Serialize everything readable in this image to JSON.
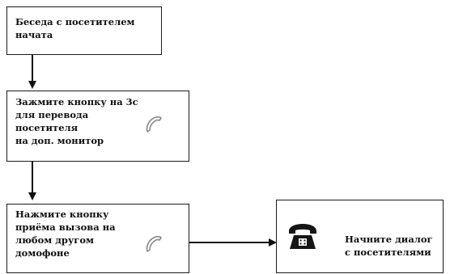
{
  "steps": [
    {
      "text": "Беседа с посетителем\nначата"
    },
    {
      "text": "Зажмите кнопку на 3с\nдля перевода\nпосетителя\nна доп. монитор",
      "icon": "handset-icon"
    },
    {
      "text": "Нажмите кнопку\nприёма вызова на\nлюбом другом\nдомофоне",
      "icon": "handset-icon"
    },
    {
      "text": "Начните диалог\nс посетителями",
      "icon": "telephone-icon"
    }
  ]
}
